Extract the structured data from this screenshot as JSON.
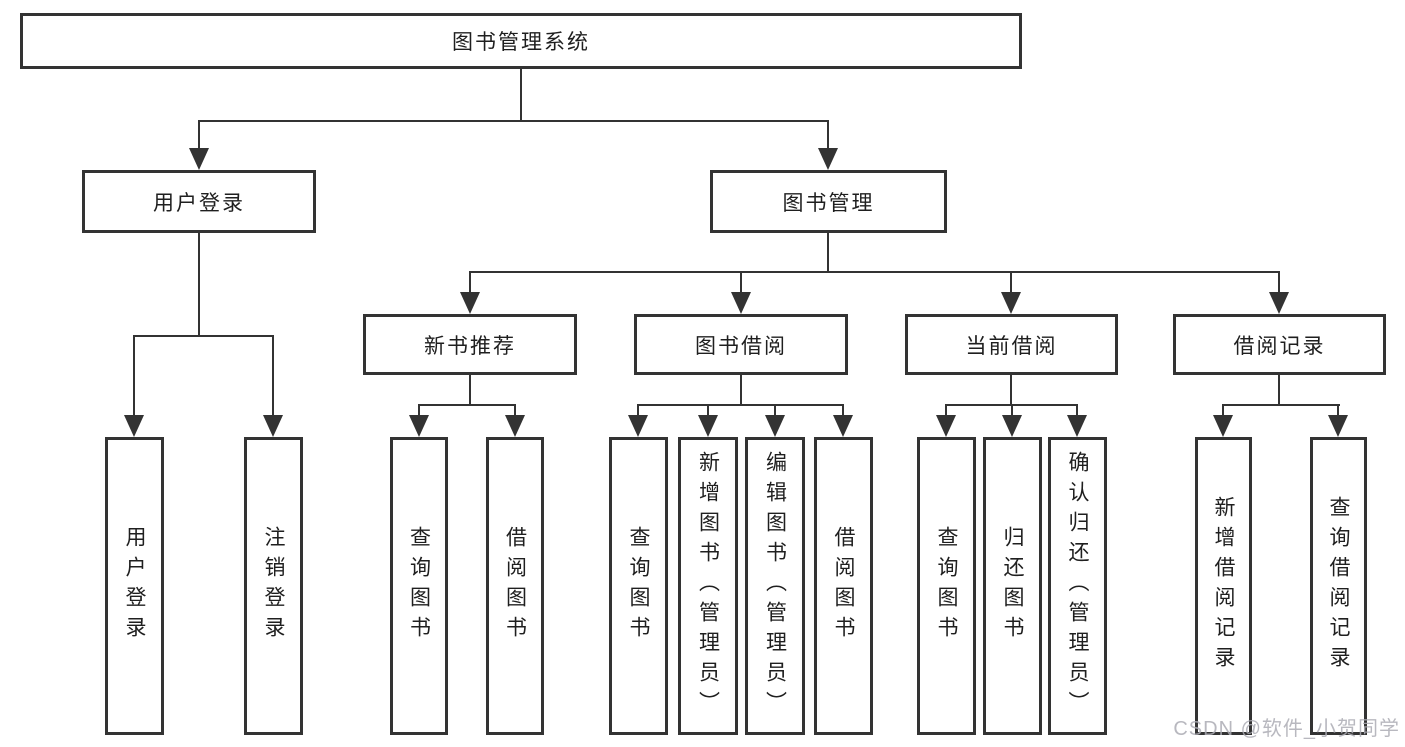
{
  "diagram": {
    "root": {
      "label": "图书管理系统"
    },
    "branches": [
      {
        "label": "用户登录",
        "children": [
          {
            "label": "用户登录"
          },
          {
            "label": "注销登录"
          }
        ]
      },
      {
        "label": "图书管理",
        "children": [
          {
            "label": "新书推荐",
            "children": [
              {
                "label": "查询图书"
              },
              {
                "label": "借阅图书"
              }
            ]
          },
          {
            "label": "图书借阅",
            "children": [
              {
                "label": "查询图书"
              },
              {
                "label": "新增图书（管理员）"
              },
              {
                "label": "编辑图书（管理员）"
              },
              {
                "label": "借阅图书"
              }
            ]
          },
          {
            "label": "当前借阅",
            "children": [
              {
                "label": "查询图书"
              },
              {
                "label": "归还图书"
              },
              {
                "label": "确认归还（管理员）"
              }
            ]
          },
          {
            "label": "借阅记录",
            "children": [
              {
                "label": "新增借阅记录"
              },
              {
                "label": "查询借阅记录"
              }
            ]
          }
        ]
      }
    ],
    "watermark": "CSDN @软件_小贺同学",
    "colors": {
      "line": "#333333",
      "text": "#1f1f1f",
      "background": "#ffffff",
      "watermark": "#acacb4"
    }
  }
}
